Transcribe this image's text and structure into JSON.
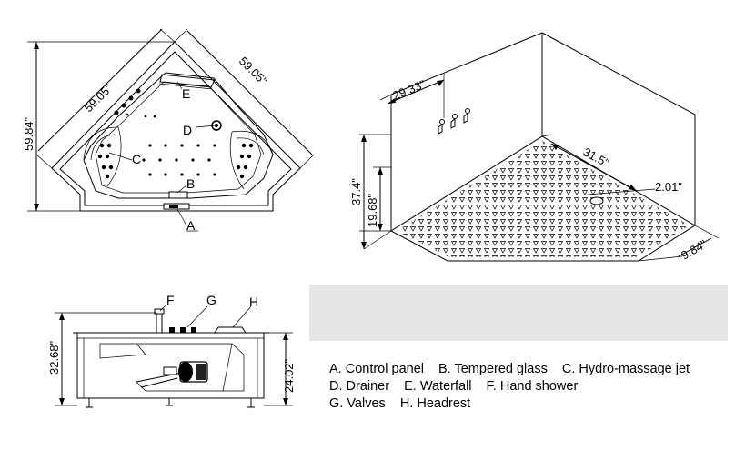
{
  "top_view": {
    "dim_left": "59.05\"",
    "dim_right": "59.05\"",
    "dim_height": "59.84\"",
    "labels": {
      "a": "A",
      "b": "B",
      "c": "C",
      "d": "D",
      "e": "E"
    }
  },
  "perspective_view": {
    "dim_wall": "29.33\"",
    "dim_diag": "31.5\"",
    "dim_height_total": "37.4\"",
    "dim_height_tub": "19.68\"",
    "dim_drain": "2.01\"",
    "dim_depth": "9.84\""
  },
  "side_view": {
    "dim_total_height": "32.68\"",
    "dim_tub_height": "24.02\"",
    "labels": {
      "f": "F",
      "g": "G",
      "h": "H"
    }
  },
  "legend": {
    "rows": [
      [
        "A. Control panel",
        "B. Tempered glass",
        "C. Hydro-massage jet"
      ],
      [
        "D. Drainer",
        "E. Waterfall",
        "F. Hand shower"
      ],
      [
        "G. Valves",
        "H. Headrest"
      ]
    ]
  }
}
